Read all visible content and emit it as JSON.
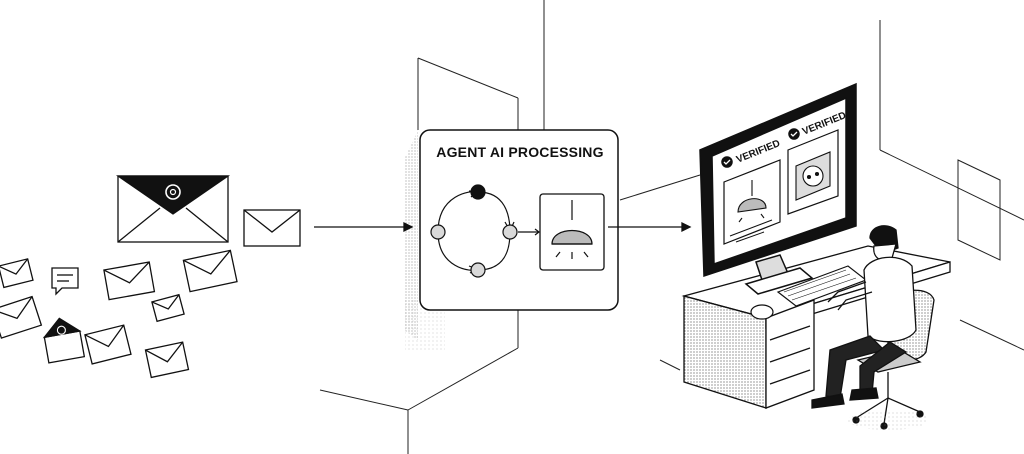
{
  "processing": {
    "title": "AGENT AI PROCESSING"
  },
  "monitor": {
    "verified_left": "VERIFIED",
    "verified_right": "VERIFIED"
  },
  "colors": {
    "ink": "#111111",
    "paper": "#ffffff",
    "panel": "#f7f7f7",
    "node": "#d9d9d9",
    "dark_node": "#111111"
  },
  "icons": [
    "email-icon",
    "at-sign-icon",
    "chat-bubble-icon",
    "workflow-icon",
    "lamp-icon",
    "checkmark-icon",
    "socket-icon",
    "keyboard-icon",
    "mouse-icon",
    "office-chair-icon"
  ]
}
